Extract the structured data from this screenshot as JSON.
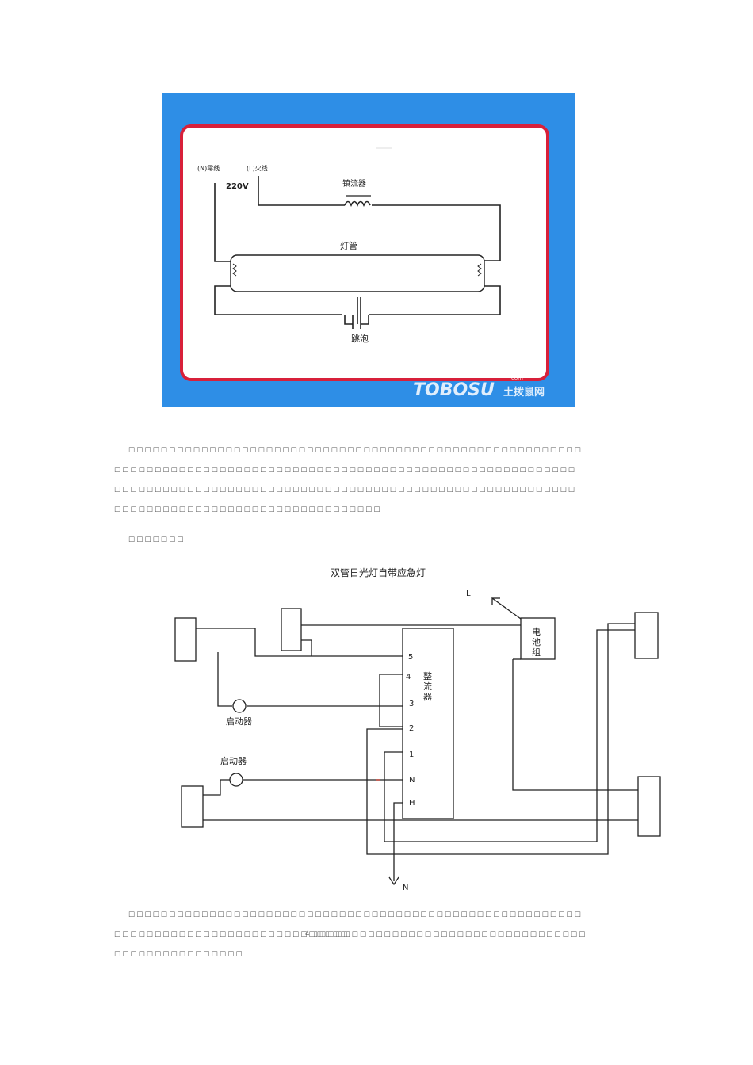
{
  "figure1": {
    "labels": {
      "neutral": "(N)零线",
      "live": "(L)火线",
      "voltage": "220V",
      "ballast": "镇流器",
      "tube": "灯管",
      "filament_left": "灯丝",
      "filament_right": "灯丝",
      "starter": "跳泡"
    },
    "watermark": {
      "brand": "TOBOSU",
      "com": "com",
      "cn": "土拨鼠网"
    },
    "colors": {
      "background": "#2e8ee6",
      "frame": "#d8203a",
      "line": "#222222"
    }
  },
  "text1": {
    "lines": [
      "□□□□□□□□□□□□□□□□□□□□□□□□□□□□□□□□□□□□□□□□□□□□□□□□□□□□□□□□",
      "□□□□□□□□□□□□□□□□□□□□□□□□□□□□□□□□□□□□□□□□□□□□□□□□□□□□□□□□□",
      "□□□□□□□□□□□□□□□□□□□□□□□□□□□□□□□□□□□□□□□□□□□□□□□□□□□□□□□□□",
      "□□□□□□□□□□□□□□□□□□□□□□□□□□□□□□□□□"
    ],
    "caption": "□□□□□□□"
  },
  "figure2": {
    "title": "双管日光灯自带应急灯",
    "L": "L",
    "N": "N",
    "battery": [
      "电",
      "池",
      "组"
    ],
    "ballast": [
      "整",
      "流",
      "器"
    ],
    "pins": [
      "5",
      "4",
      "3",
      "2",
      "1",
      "N",
      "H"
    ],
    "starter1": "启动器",
    "starter2": "启动器"
  },
  "text2": {
    "line1": "□□□□□□□□□□□□□□□□□□□□□□□□□□□□□□□□□□□□□□□□□□□□□□□□□□□□□□□□",
    "line2a": "□□□□□□□□□□□□□□□□□□□□□□□□□□□□□",
    "line2b": "4□□□□□□□□□□□□□□□□□□□□□□□□□□□□□□□□□□",
    "line3": "□□□□□□□□□□□□□□□□"
  }
}
